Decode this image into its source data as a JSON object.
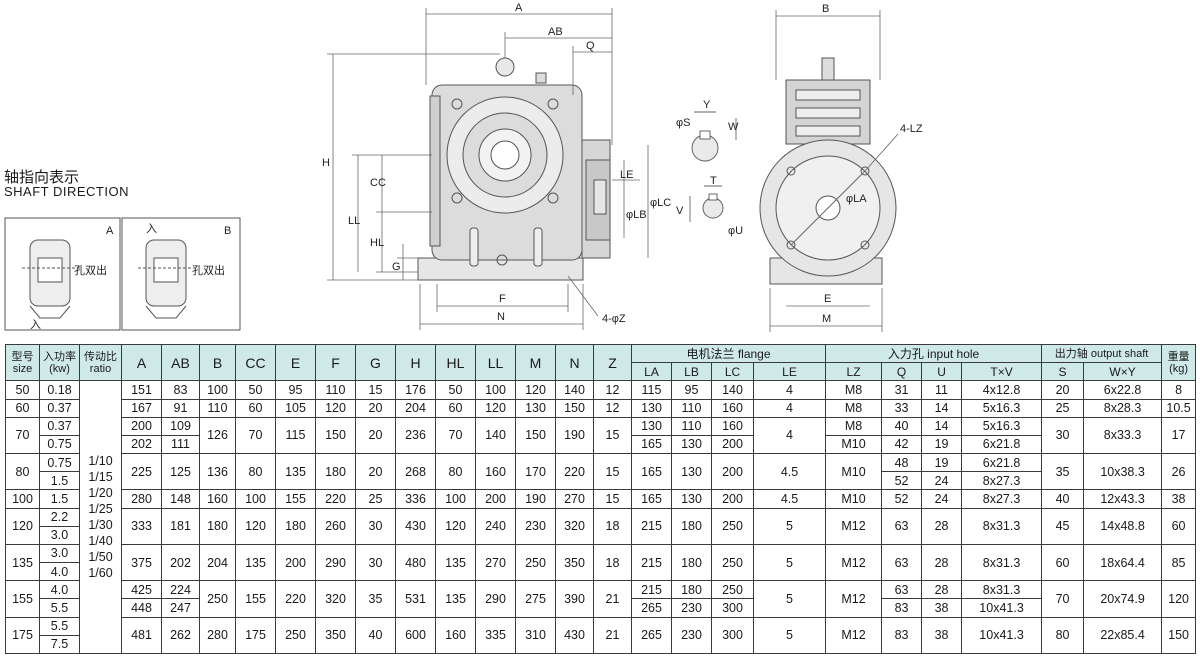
{
  "shaft": {
    "title_cn": "轴指向表示",
    "title_en": "SHAFT DIRECTION",
    "box_a": "A",
    "box_b": "B",
    "label_cn": "孔双出",
    "in": "入"
  },
  "dims": {
    "A": "A",
    "AB": "AB",
    "Q": "Q",
    "B": "B",
    "H": "H",
    "CC": "CC",
    "LL": "LL",
    "HL": "HL",
    "G": "G",
    "F": "F",
    "N": "N",
    "Z": "4-φZ",
    "LE": "LE",
    "LB": "φLB",
    "LC": "φLC",
    "S": "φS",
    "Y": "Y",
    "W": "W",
    "T": "T",
    "V": "V",
    "U": "φU",
    "LZ": "4-LZ",
    "LA": "φLA",
    "E": "E",
    "M": "M"
  },
  "table": {
    "h": {
      "size1": "型号",
      "size2": "size",
      "power1": "入功率",
      "power2": "(kw)",
      "ratio1": "传动比",
      "ratio2": "ratio",
      "A": "A",
      "AB": "AB",
      "B": "B",
      "CC": "CC",
      "E": "E",
      "F": "F",
      "G": "G",
      "H": "H",
      "HL": "HL",
      "LL": "LL",
      "M": "M",
      "N": "N",
      "Z": "Z",
      "flange": "电机法兰 flange",
      "input": "入力孔 input hole",
      "output": "出力轴 output shaft",
      "weight1": "重量",
      "weight2": "(kg)",
      "LA": "LA",
      "LB": "LB",
      "LC": "LC",
      "LE": "LE",
      "LZ": "LZ",
      "Q": "Q",
      "U": "U",
      "TV": "T×V",
      "S": "S",
      "WY": "W×Y"
    },
    "ratio": "1/10\n1/15\n1/20\n1/25\n1/30\n1/40\n1/50\n1/60",
    "r": [
      [
        "50",
        "0.18",
        "151",
        "83",
        "100",
        "50",
        "95",
        "110",
        "15",
        "176",
        "50",
        "100",
        "120",
        "140",
        "12",
        "115",
        "95",
        "140",
        "4",
        "M8",
        "31",
        "11",
        "4x12.8",
        "20",
        "6x22.8",
        "8"
      ],
      [
        "60",
        "0.37",
        "167",
        "91",
        "110",
        "60",
        "105",
        "120",
        "20",
        "204",
        "60",
        "120",
        "130",
        "150",
        "12",
        "130",
        "110",
        "160",
        "4",
        "M8",
        "33",
        "14",
        "5x16.3",
        "25",
        "8x28.3",
        "10.5"
      ],
      [
        "70",
        "0.37",
        "200",
        "109",
        "126",
        "70",
        "115",
        "150",
        "20",
        "236",
        "70",
        "140",
        "150",
        "190",
        "15",
        "130",
        "110",
        "160",
        "4",
        "M8",
        "40",
        "14",
        "5x16.3",
        "30",
        "8x33.3",
        "17"
      ],
      [
        "",
        "0.75",
        "202",
        "111",
        "",
        "",
        "",
        "",
        "",
        "",
        "",
        "",
        "",
        "",
        "",
        "165",
        "130",
        "200",
        "",
        "M10",
        "42",
        "19",
        "6x21.8",
        "",
        "",
        ""
      ],
      [
        "80",
        "0.75",
        "225",
        "125",
        "136",
        "80",
        "135",
        "180",
        "20",
        "268",
        "80",
        "160",
        "170",
        "220",
        "15",
        "165",
        "130",
        "200",
        "4.5",
        "M10",
        "48",
        "19",
        "6x21.8",
        "35",
        "10x38.3",
        "26"
      ],
      [
        "",
        "1.5",
        "",
        "",
        "",
        "",
        "",
        "",
        "",
        "",
        "",
        "",
        "",
        "",
        "",
        "",
        "",
        "",
        "",
        "",
        "52",
        "24",
        "8x27.3",
        "",
        "",
        ""
      ],
      [
        "100",
        "1.5",
        "280",
        "148",
        "160",
        "100",
        "155",
        "220",
        "25",
        "336",
        "100",
        "200",
        "190",
        "270",
        "15",
        "165",
        "130",
        "200",
        "4.5",
        "M10",
        "52",
        "24",
        "8x27.3",
        "40",
        "12x43.3",
        "38"
      ],
      [
        "120",
        "2.2",
        "333",
        "181",
        "180",
        "120",
        "180",
        "260",
        "30",
        "430",
        "120",
        "240",
        "230",
        "320",
        "18",
        "215",
        "180",
        "250",
        "5",
        "M12",
        "63",
        "28",
        "8x31.3",
        "45",
        "14x48.8",
        "60"
      ],
      [
        "",
        "3.0",
        "",
        "",
        "",
        "",
        "",
        "",
        "",
        "",
        "",
        "",
        "",
        "",
        "",
        "",
        "",
        "",
        "",
        "",
        "",
        "",
        "",
        "",
        "",
        ""
      ],
      [
        "135",
        "3.0",
        "375",
        "202",
        "204",
        "135",
        "200",
        "290",
        "30",
        "480",
        "135",
        "270",
        "250",
        "350",
        "18",
        "215",
        "180",
        "250",
        "5",
        "M12",
        "63",
        "28",
        "8x31.3",
        "60",
        "18x64.4",
        "85"
      ],
      [
        "",
        "4.0",
        "",
        "",
        "",
        "",
        "",
        "",
        "",
        "",
        "",
        "",
        "",
        "",
        "",
        "",
        "",
        "",
        "",
        "",
        "",
        "",
        "",
        "",
        "",
        ""
      ],
      [
        "155",
        "4.0",
        "425",
        "224",
        "250",
        "155",
        "220",
        "320",
        "35",
        "531",
        "135",
        "290",
        "275",
        "390",
        "21",
        "215",
        "180",
        "250",
        "5",
        "M12",
        "63",
        "28",
        "8x31.3",
        "70",
        "20x74.9",
        "120"
      ],
      [
        "",
        "5.5",
        "448",
        "247",
        "",
        "",
        "",
        "",
        "",
        "",
        "",
        "",
        "",
        "",
        "",
        "265",
        "230",
        "300",
        "",
        "",
        "83",
        "38",
        "10x41.3",
        "",
        "",
        ""
      ],
      [
        "175",
        "5.5",
        "481",
        "262",
        "280",
        "175",
        "250",
        "350",
        "40",
        "600",
        "160",
        "335",
        "310",
        "430",
        "21",
        "265",
        "230",
        "300",
        "5",
        "M12",
        "83",
        "38",
        "10x41.3",
        "80",
        "22x85.4",
        "150"
      ],
      [
        "",
        "7.5",
        "",
        "",
        "",
        "",
        "",
        "",
        "",
        "",
        "",
        "",
        "",
        "",
        "",
        "",
        "",
        "",
        "",
        "",
        "",
        "",
        "",
        "",
        "",
        ""
      ]
    ]
  }
}
